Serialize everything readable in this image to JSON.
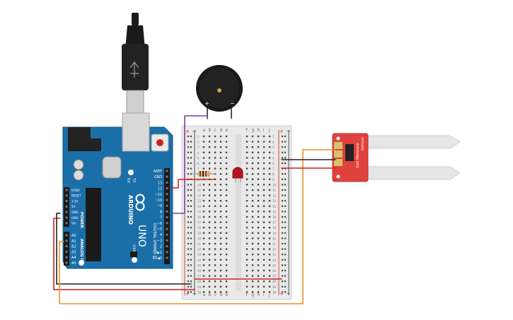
{
  "arduino": {
    "brand": "ARDUINO",
    "model": "UNO",
    "digital_header_title": "DIGITAL (PWM ~)",
    "power_header_title": "POWER",
    "analog_header_title": "ANALOG IN",
    "tx_label": "TX",
    "rx_label": "RX",
    "icsp_label": "ICSP",
    "digital_pins": [
      "AREF",
      "GND",
      "13",
      "12",
      "~11",
      "~10",
      "~9",
      "8",
      "7",
      "~6",
      "~5",
      "4",
      "~3",
      "2",
      "TX▶1",
      "RX◀0"
    ],
    "power_pins": [
      "IOREF",
      "RESET",
      "3.3V",
      "5V",
      "GND",
      "GND",
      "Vin"
    ],
    "analog_pins": [
      "A0",
      "A1",
      "A2",
      "A3",
      "A4",
      "A5"
    ]
  },
  "breadboard": {
    "column_letters_left": [
      "a",
      "b",
      "c",
      "d",
      "e"
    ],
    "column_letters_right": [
      "f",
      "g",
      "h",
      "i",
      "j"
    ],
    "row_numbers": [
      "1",
      "2",
      "3",
      "4",
      "5",
      "6",
      "7",
      "8",
      "9",
      "10",
      "11",
      "12",
      "13",
      "14",
      "15",
      "16",
      "17",
      "18",
      "19",
      "20",
      "21",
      "22",
      "23",
      "24",
      "25",
      "26",
      "27",
      "28",
      "29",
      "30"
    ],
    "rail_plus": "+",
    "rail_minus": "−"
  },
  "buzzer": {
    "plus_label": "+",
    "minus_label": "−"
  },
  "sensor": {
    "label_soil": "Soil",
    "label_moisture": "Moisture",
    "label_sensor": "Sensor"
  },
  "colors": {
    "arduino_board": "#1b6fa8",
    "wire_red": "#d21f1f",
    "wire_black": "#222222",
    "wire_orange": "#e8912a",
    "wire_purple": "#7a3f9e",
    "led_red": "#b5161b",
    "sensor_red": "#e0413c",
    "probe": "#e6e6e6"
  }
}
